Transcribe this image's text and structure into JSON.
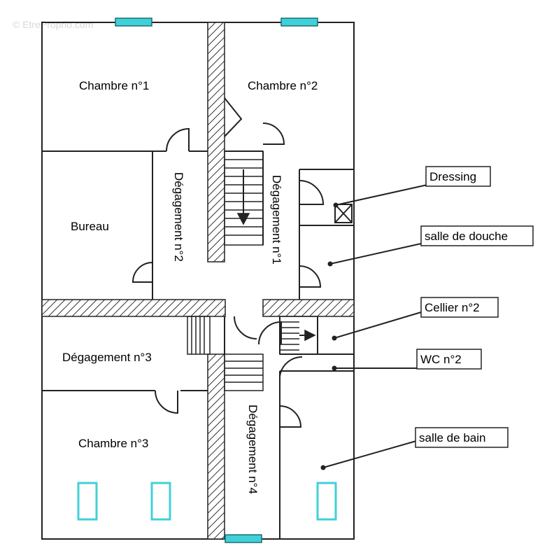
{
  "watermark": "© EtreProprio.com",
  "rooms": {
    "chambre1": "Chambre n°1",
    "chambre2": "Chambre n°2",
    "chambre3": "Chambre n°3",
    "bureau": "Bureau",
    "degagement1": "Dégagement n°1",
    "degagement2": "Dégagement n°2",
    "degagement3": "Dégagement n°3",
    "degagement4": "Dégagement n°4"
  },
  "callouts": {
    "dressing": "Dressing",
    "salle_de_douche": "salle de douche",
    "cellier2": "Cellier n°2",
    "wc2": "WC n°2",
    "salle_de_bain": "salle de bain"
  },
  "colors": {
    "wall": "#222222",
    "window": "#40d0d8",
    "skylight": "#40d0d8"
  }
}
